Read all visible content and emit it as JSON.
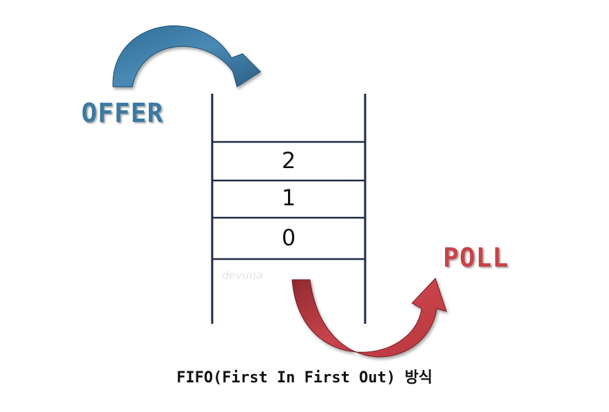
{
  "labels": {
    "offer": "OFFER",
    "poll": "POLL"
  },
  "queue": {
    "items": [
      "2",
      "1",
      "0"
    ]
  },
  "watermark": "devuna",
  "caption": "FIFO(First In First Out) 방식",
  "colors": {
    "offer_arrow": "#3a7aa3",
    "poll_arrow": "#c9434a",
    "lines": "#1c2a44"
  },
  "icons": {
    "offer": "curved-arrow-right-down-icon",
    "poll": "curved-arrow-up-right-icon"
  }
}
